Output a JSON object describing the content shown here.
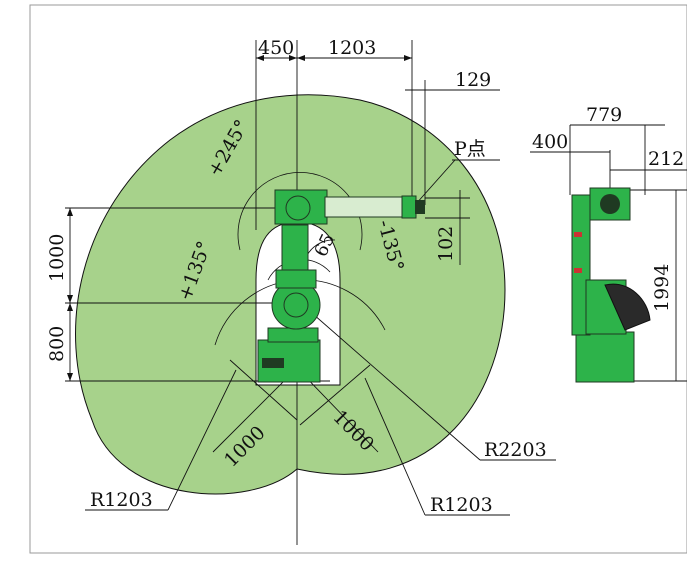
{
  "colors": {
    "work_area": "#a7d28b",
    "robot": "#2db34a",
    "robot_dark": "#1f3a22",
    "line": "#111111",
    "border": "#9a9a9a"
  },
  "labels": {
    "dim_450": "450",
    "dim_1203_top": "1203",
    "dim_129": "129",
    "p_point": "P点",
    "angle_p245": "+245°",
    "angle_p135": "+135°",
    "angle_m135": "-135°",
    "dim_65": "65",
    "dim_102": "102",
    "dim_1000_v": "1000",
    "dim_800_v": "800",
    "dim_1000_d1": "1000",
    "dim_1000_d2": "1000",
    "r2203": "R2203",
    "r1203_left": "R1203",
    "r1203_right": "R1203",
    "dim_779": "779",
    "dim_400": "400",
    "dim_212": "212",
    "dim_1994": "1994"
  }
}
